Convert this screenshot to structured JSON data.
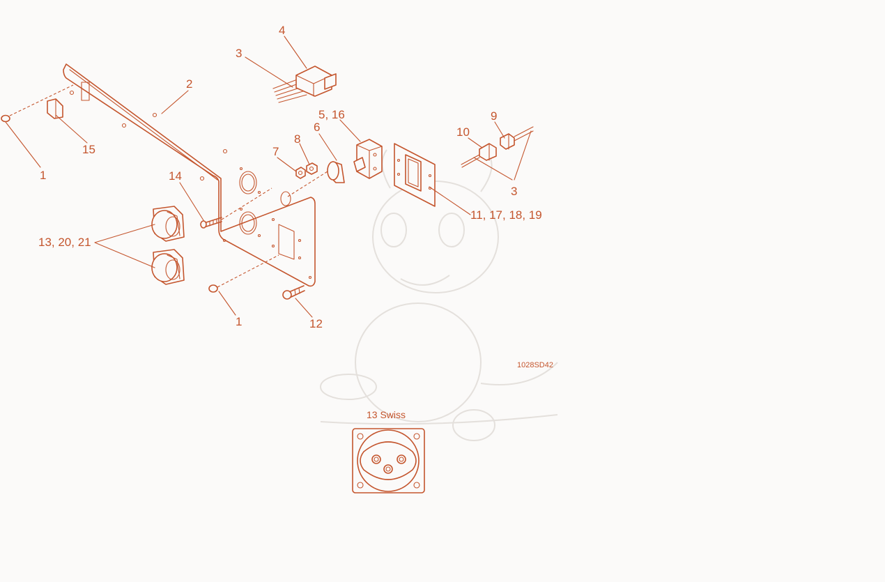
{
  "drawing_code": "1028SD42",
  "inset_title": "13  Swiss",
  "line_color": "#c4552d",
  "callouts": [
    {
      "id": "c1a",
      "text": "1"
    },
    {
      "id": "c1b",
      "text": "1"
    },
    {
      "id": "c2",
      "text": "2"
    },
    {
      "id": "c3a",
      "text": "3"
    },
    {
      "id": "c3b",
      "text": "3"
    },
    {
      "id": "c4",
      "text": "4"
    },
    {
      "id": "c5",
      "text": "5, 16"
    },
    {
      "id": "c6",
      "text": "6"
    },
    {
      "id": "c7",
      "text": "7"
    },
    {
      "id": "c8",
      "text": "8"
    },
    {
      "id": "c9",
      "text": "9"
    },
    {
      "id": "c10",
      "text": "10"
    },
    {
      "id": "c11",
      "text": "11, 17, 18, 19"
    },
    {
      "id": "c12",
      "text": "12"
    },
    {
      "id": "c13",
      "text": "13, 20, 21"
    },
    {
      "id": "c14",
      "text": "14"
    },
    {
      "id": "c15",
      "text": "15"
    }
  ]
}
